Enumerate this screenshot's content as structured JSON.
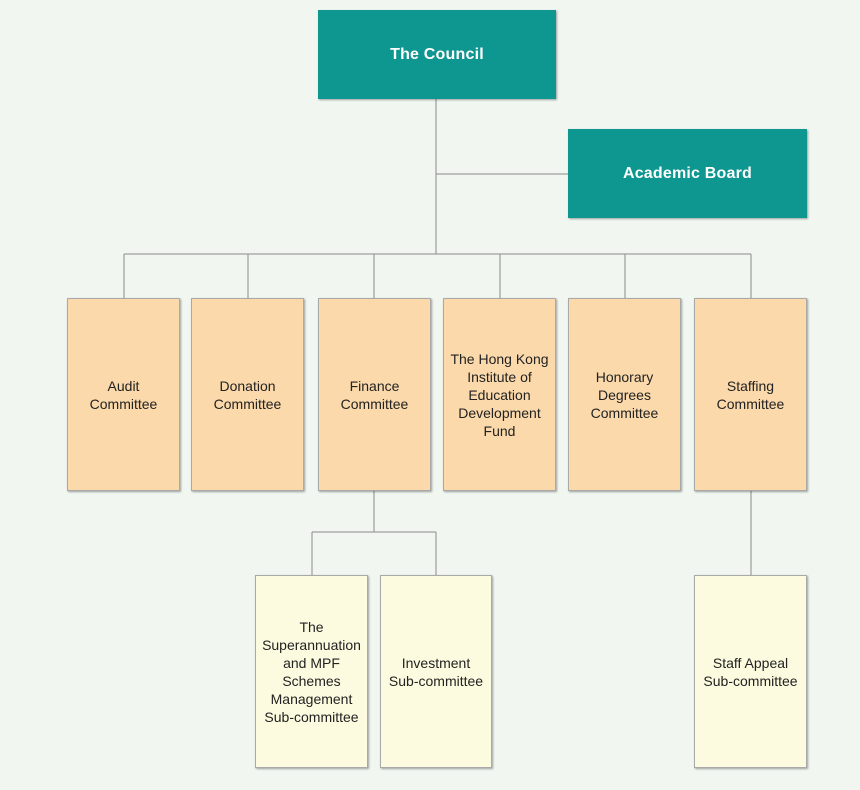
{
  "diagram": {
    "council": "The Council",
    "academic_board": "Academic Board",
    "committees": {
      "audit": "Audit\nCommittee",
      "donation": "Donation\nCommittee",
      "finance": "Finance\nCommittee",
      "hkied_fund": "The Hong Kong\nInstitute of\nEducation\nDevelopment\nFund",
      "honorary": "Honorary\nDegrees\nCommittee",
      "staffing": "Staffing\nCommittee"
    },
    "subcommittees": {
      "superannuation": "The\nSuperannuation\nand MPF\nSchemes\nManagement\nSub-committee",
      "investment": "Investment\nSub-committee",
      "staff_appeal": "Staff Appeal\nSub-committee"
    },
    "colors": {
      "top_box": "#0e9690",
      "committee_box": "#fbd9aa",
      "subcommittee_box": "#fdfbdf",
      "connector": "#8a8a8a"
    }
  }
}
